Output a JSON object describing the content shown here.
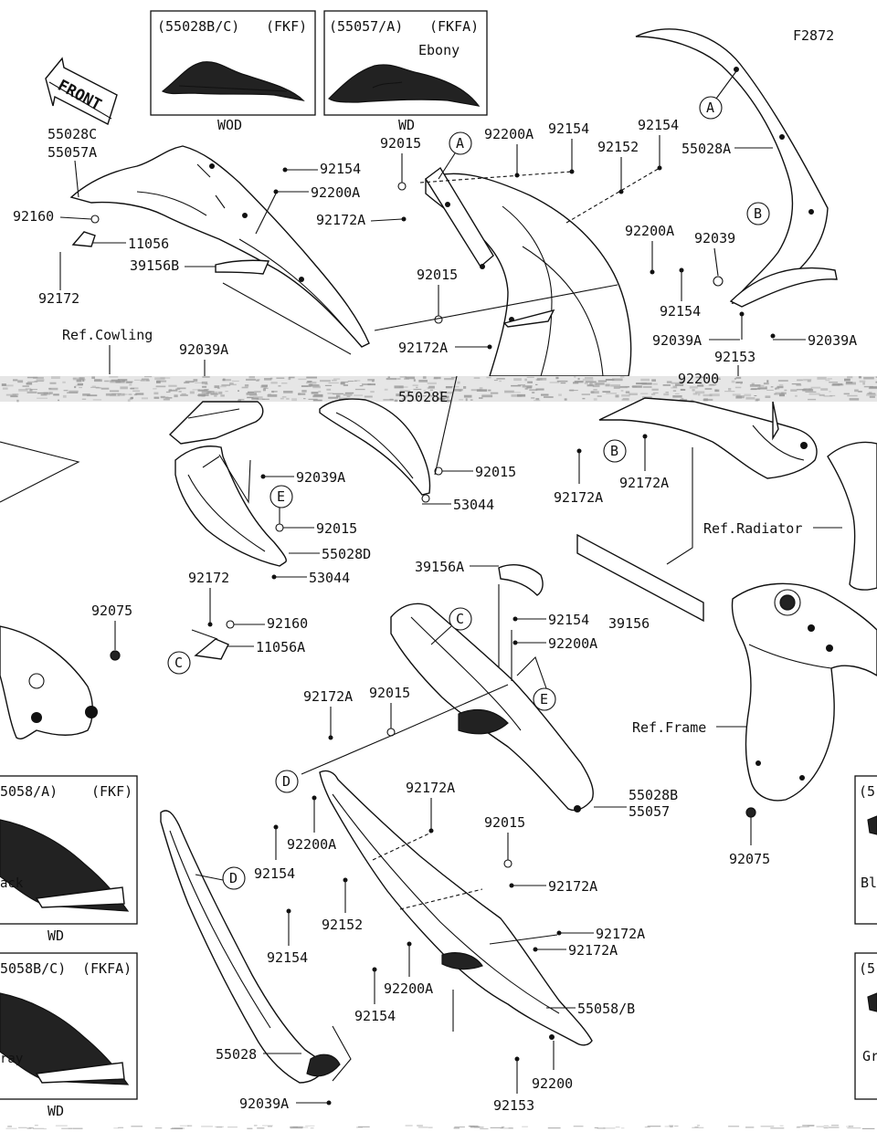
{
  "figure_code": "F2872",
  "front_label": "FRONT",
  "insets": {
    "fkf_top": {
      "code": "(55028B/C)",
      "variant": "(FKF)",
      "color": "WOD"
    },
    "fkfa_top": {
      "code": "(55057/A)",
      "variant": "(FKFA)",
      "note": "Ebony",
      "color": "WD"
    },
    "fkf_left": {
      "code": "5058/A)",
      "variant": "(FKF)",
      "note": "ack",
      "color": "WD"
    },
    "fkfa_left": {
      "code": "5058B/C)",
      "variant": "(FKFA)",
      "note": "ray",
      "color": "WD"
    },
    "right_1": {
      "code": "(5",
      "note": "Bl"
    },
    "right_2": {
      "code": "(5",
      "note": "Gr"
    }
  },
  "callouts": {
    "a": "A",
    "b": "B",
    "c": "C",
    "d": "D",
    "e": "E"
  },
  "refs": {
    "cowling": "Ref.Cowling",
    "radiator": "Ref.Radiator",
    "frame": "Ref.Frame"
  },
  "parts": {
    "p55028C": "55028C",
    "p55057A": "55057A",
    "p92160": "92160",
    "p11056": "11056",
    "p92172": "92172",
    "p39156B": "39156B",
    "p92154": "92154",
    "p92200A": "92200A",
    "p92172A": "92172A",
    "p92015": "92015",
    "p92152": "92152",
    "p55028A": "55028A",
    "p92039": "92039",
    "p92039A": "92039A",
    "p92153": "92153",
    "p55028E": "55028E",
    "p53044": "53044",
    "p55028D": "55028D",
    "p39156A": "39156A",
    "p39156": "39156",
    "p11056A": "11056A",
    "p92075": "92075",
    "p55028B": "55028B",
    "p55057": "55057",
    "p55058B": "55058/B",
    "p55028": "55028",
    "p92200": "92200",
    "p92200_partial": "92200"
  }
}
